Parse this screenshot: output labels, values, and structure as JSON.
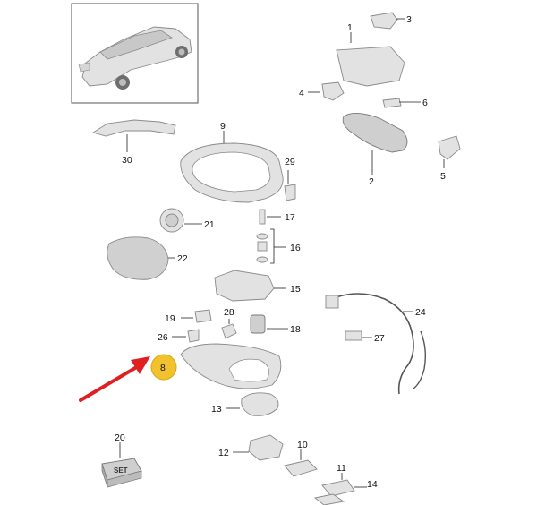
{
  "labels": {
    "p1": "1",
    "p2": "2",
    "p3": "3",
    "p4": "4",
    "p5": "5",
    "p6": "6",
    "p8": "8",
    "p9": "9",
    "p10": "10",
    "p11": "11",
    "p12": "12",
    "p13": "13",
    "p14": "14",
    "p15": "15",
    "p16": "16",
    "p17": "17",
    "p18": "18",
    "p19": "19",
    "p20": "20",
    "p21": "21",
    "p22": "22",
    "p24": "24",
    "p26": "26",
    "p27": "27",
    "p28": "28",
    "p29": "29",
    "p30": "30"
  },
  "set_box_text": "SET",
  "colors": {
    "highlight": "#f2c12e",
    "arrow": "#e02020"
  }
}
